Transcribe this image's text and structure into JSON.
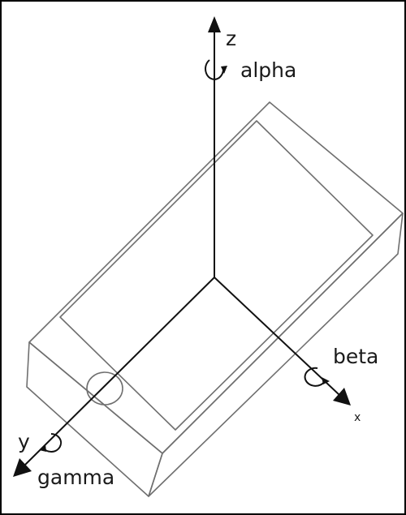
{
  "axes": {
    "z": {
      "axis_label": "z",
      "rotation_label": "alpha"
    },
    "x": {
      "axis_label": "x",
      "rotation_label": "beta"
    },
    "y": {
      "axis_label": "y",
      "rotation_label": "gamma"
    }
  },
  "colors": {
    "frame": "#000000",
    "device_outline": "#6f6f6f",
    "axes": "#111111"
  }
}
